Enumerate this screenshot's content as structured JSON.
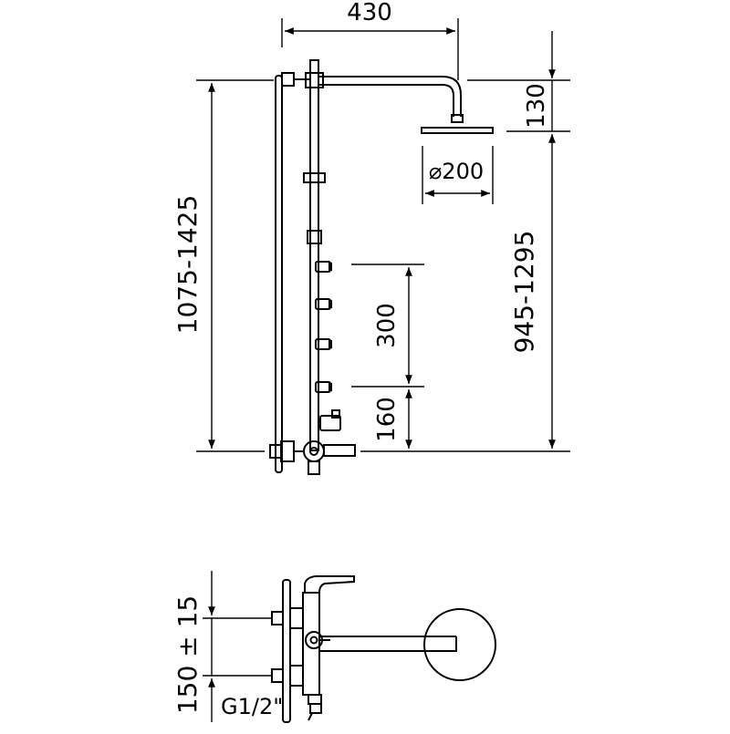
{
  "dimensions": {
    "width_top": "430",
    "head_drop": "130",
    "head_diameter": "⌀200",
    "total_height": "1075-1425",
    "head_height": "945-1295",
    "jet_span": "300",
    "jet_offset": "160",
    "inlet_spacing": "150 ± 15",
    "inlet_thread": "G1/2\""
  }
}
